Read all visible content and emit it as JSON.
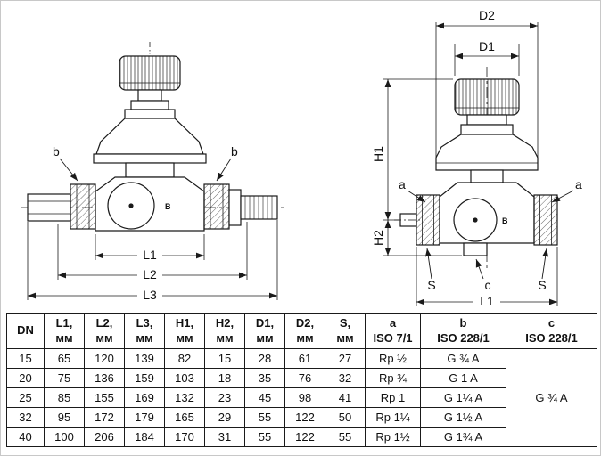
{
  "diagram": {
    "left_view": {
      "label_b_left": "b",
      "label_b_right": "b",
      "body_mark": "B",
      "dim_L1": "L1",
      "dim_L2": "L2",
      "dim_L3": "L3"
    },
    "right_view": {
      "dim_D2": "D2",
      "dim_D1": "D1",
      "dim_H1": "H1",
      "dim_H2": "H2",
      "label_a_left": "a",
      "label_a_right": "a",
      "label_S_left": "S",
      "label_S_right": "S",
      "label_c": "c",
      "body_mark": "B",
      "dim_L1": "L1"
    }
  },
  "table": {
    "headers": [
      {
        "l1": "DN",
        "l2": ""
      },
      {
        "l1": "L1,",
        "l2": "мм"
      },
      {
        "l1": "L2,",
        "l2": "мм"
      },
      {
        "l1": "L3,",
        "l2": "мм"
      },
      {
        "l1": "H1,",
        "l2": "мм"
      },
      {
        "l1": "H2,",
        "l2": "мм"
      },
      {
        "l1": "D1,",
        "l2": "мм"
      },
      {
        "l1": "D2,",
        "l2": "мм"
      },
      {
        "l1": "S,",
        "l2": "мм"
      },
      {
        "l1": "a",
        "l2": "ISO 7/1"
      },
      {
        "l1": "b",
        "l2": "ISO 228/1"
      },
      {
        "l1": "c",
        "l2": "ISO 228/1"
      }
    ],
    "rows": [
      [
        "15",
        "65",
        "120",
        "139",
        "82",
        "15",
        "28",
        "61",
        "27",
        "Rp ½",
        "G ¾ A"
      ],
      [
        "20",
        "75",
        "136",
        "159",
        "103",
        "18",
        "35",
        "76",
        "32",
        "Rp ¾",
        "G 1 A"
      ],
      [
        "25",
        "85",
        "155",
        "169",
        "132",
        "23",
        "45",
        "98",
        "41",
        "Rp 1",
        "G 1¼ A"
      ],
      [
        "32",
        "95",
        "172",
        "179",
        "165",
        "29",
        "55",
        "122",
        "50",
        "Rp 1¼",
        "G 1½ A"
      ],
      [
        "40",
        "100",
        "206",
        "184",
        "170",
        "31",
        "55",
        "122",
        "55",
        "Rp 1½",
        "G 1¾ A"
      ]
    ],
    "c_value": "G ¾ A"
  }
}
